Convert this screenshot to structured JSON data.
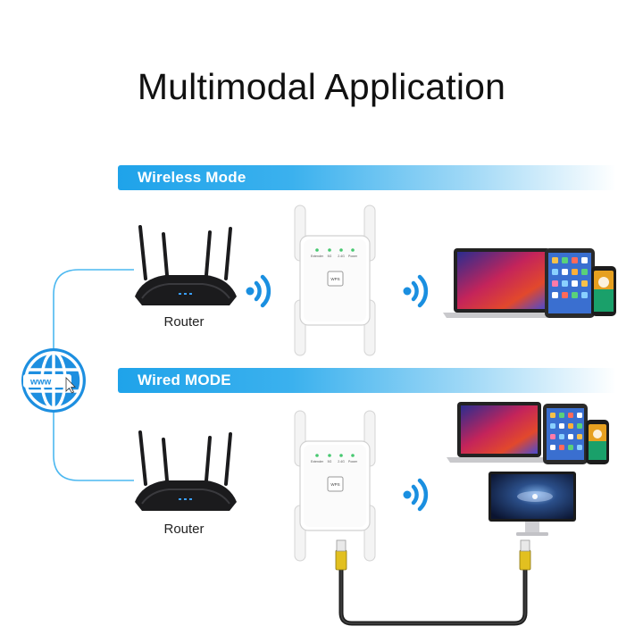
{
  "title": "Multimodal Application",
  "sections": {
    "wireless": {
      "label": "Wireless Mode",
      "router_label": "Router"
    },
    "wired": {
      "label": "Wired MODE",
      "router_label": "Router"
    }
  },
  "globe": {
    "text": "www"
  },
  "extender": {
    "wps_label": "WPS",
    "led_labels": [
      "Extender",
      "5G",
      "2.4G",
      "Power"
    ]
  },
  "colors": {
    "accent": "#1fa3ea",
    "signal": "#1a8fe0",
    "device_dark": "#1b1b1d",
    "cable_yellow": "#e2c020"
  },
  "icons": [
    "globe-icon",
    "router-icon",
    "wifi-signal-icon",
    "wifi-extender-icon",
    "laptop-icon",
    "tablet-icon",
    "smartphone-icon",
    "monitor-icon",
    "ethernet-cable-icon"
  ]
}
